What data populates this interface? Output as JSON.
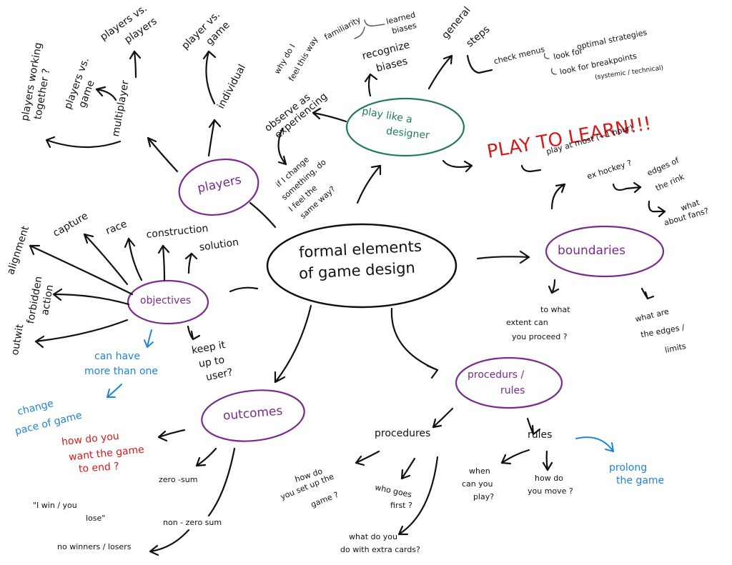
{
  "center": {
    "line1": "formal elements",
    "line2": "of game design"
  },
  "nodes": {
    "players": "players",
    "objectives": "objectives",
    "outcomes": "outcomes",
    "procedures_rules_1": "procedurs /",
    "procedures_rules_2": "rules",
    "boundaries": "boundaries",
    "play_like_1": "play like a",
    "play_like_2": "designer"
  },
  "players_branch": {
    "multiplayer": "multiplayer",
    "players_vs_players_1": "players vs.",
    "players_vs_players_2": "players",
    "players_vs_game_1": "players vs.",
    "players_vs_game_2": "game",
    "players_working_1": "players working",
    "players_working_2": "together ?",
    "individual": "individual",
    "player_vs_game_1": "player vs.",
    "player_vs_game_2": "game"
  },
  "objectives_branch": {
    "alignment": "alignment",
    "capture": "capture",
    "race": "race",
    "construction": "construction",
    "solution": "solution",
    "outwit": "outwit",
    "forbidden_1": "forbidden",
    "forbidden_2": "action",
    "keep_1": "keep it",
    "keep_2": "up to",
    "keep_3": "user?",
    "can_have_1": "can have",
    "can_have_2": "more than one",
    "change_1": "change",
    "change_2": "pace of game"
  },
  "outcomes_branch": {
    "how_end_1": "how do you",
    "how_end_2": "want the game",
    "how_end_3": "to end ?",
    "zero_sum": "zero -sum",
    "i_win_1": "\"I win / you",
    "i_win_2": "lose\"",
    "non_zero": "non - zero sum",
    "no_winners": "no winners / losers"
  },
  "procedures_branch": {
    "procedures": "procedures",
    "setup_1": "how do",
    "setup_2": "you set up the",
    "setup_3": "game ?",
    "first_1": "who goes",
    "first_2": "first ?",
    "extra_1": "what do you",
    "extra_2": "do with extra cards?",
    "rules": "rules",
    "when_1": "when",
    "when_2": "can you",
    "when_3": "play?",
    "move_1": "how do",
    "move_2": "you move ?",
    "prolong_1": "prolong",
    "prolong_2": "the game"
  },
  "boundaries_branch": {
    "extent_1": "to what",
    "extent_2": "extent can",
    "extent_3": "you proceed ?",
    "edges_1": "what are",
    "edges_2": "the edges /",
    "edges_3": "limits",
    "ex_hockey": "ex hockey ?",
    "rink_1": "edges of",
    "rink_2": "the rink",
    "fans_1": "what",
    "fans_2": "about fans?"
  },
  "design_branch": {
    "observe_1": "observe as",
    "observe_2": "experiencing",
    "why_feel_1": "why do I",
    "why_feel_2": "feel this way",
    "if_change_1": "if I change",
    "if_change_2": "something, do",
    "if_change_3": "I feel the",
    "if_change_4": "same way?",
    "recognize_1": "recognize",
    "recognize_2": "biases",
    "familiarity": "familiarity",
    "learned_1": "learned",
    "learned_2": "biases",
    "general_1": "general",
    "general_2": "steps",
    "check_menus": "check menus",
    "optimal_1": "look for",
    "optimal_2": "optimal strategies",
    "breakpoints_1": "look for breakpoints",
    "breakpoints_2": "(systemic / technical)",
    "play_to_learn": "PLAY TO LEARN!!!",
    "play_at_most": "play at most (~1 hour)"
  },
  "colors": {
    "ink": "#111111",
    "purple": "#7a2a8c",
    "green": "#1f7a5c",
    "red": "#d61a1a",
    "blue": "#1f84d6"
  }
}
